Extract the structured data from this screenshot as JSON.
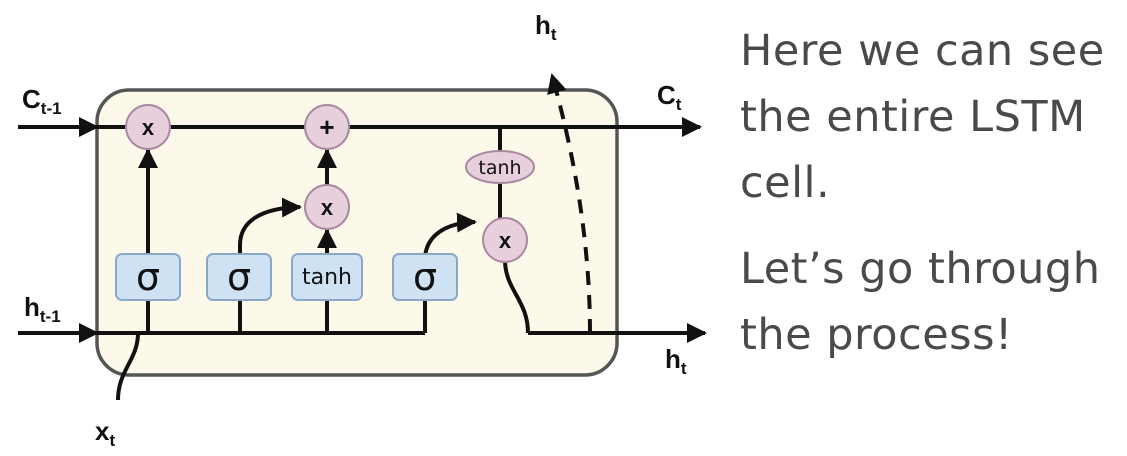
{
  "labels": {
    "c_prev": "C",
    "c_prev_sub": "t-1",
    "c_next": "C",
    "c_next_sub": "t",
    "h_prev": "h",
    "h_prev_sub": "t-1",
    "h_top": "h",
    "h_top_sub": "t",
    "h_out": "h",
    "h_out_sub": "t",
    "x_in": "x",
    "x_in_sub": "t"
  },
  "gates": {
    "forget": "σ",
    "input": "σ",
    "candidate": "tanh",
    "output": "σ"
  },
  "ops": {
    "forget_mult": "x",
    "add": "+",
    "input_mult": "x",
    "cell_tanh": "tanh",
    "output_mult": "x"
  },
  "explanation": {
    "line1": "Here we can see the entire LSTM cell.",
    "line2": "Let’s go through the process!"
  },
  "colors": {
    "cell_fill": "#fdf9ea",
    "gate_fill": "#cfe2f3",
    "gate_stroke": "#8aa9c7",
    "op_fill": "#e8cfdc",
    "op_stroke": "#a889a0",
    "text": "#4a4a4a"
  }
}
